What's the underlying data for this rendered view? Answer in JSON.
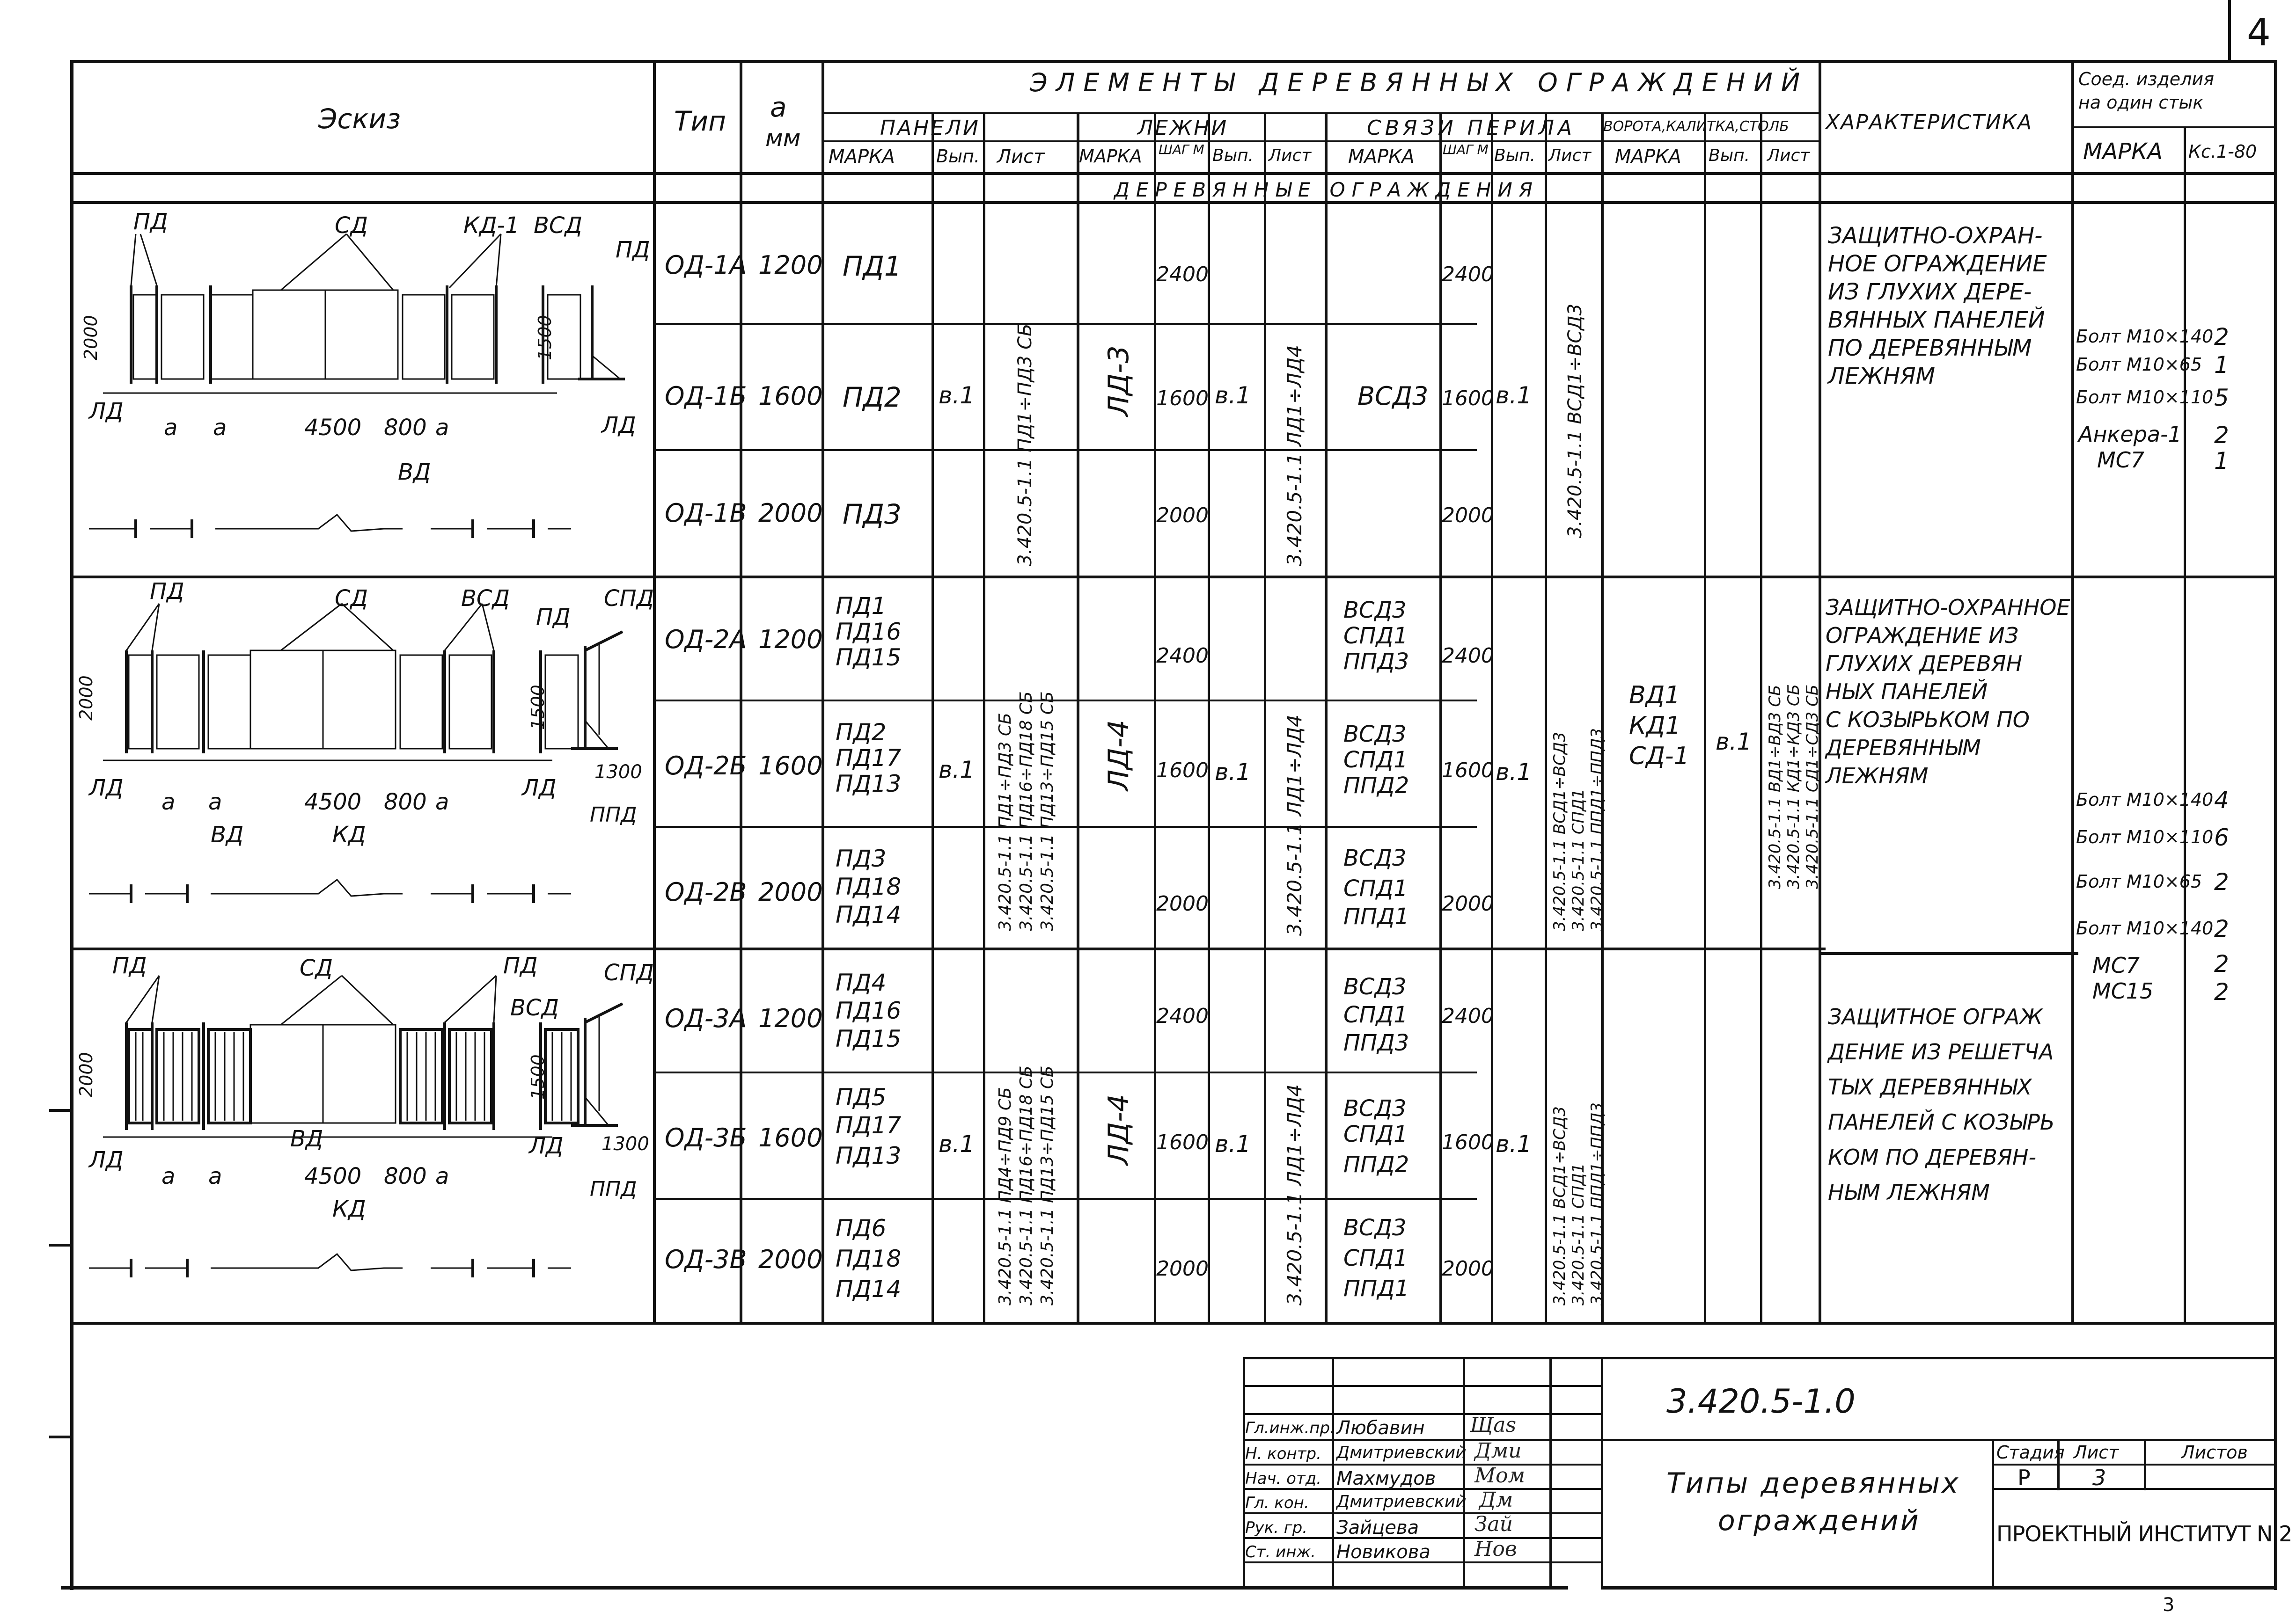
{
  "page_number": "4",
  "sheet_bottom_number": "3",
  "header": {
    "sketch": "Эскиз",
    "type": "Тип",
    "a": "a",
    "a_unit": "мм",
    "elements": "ЭЛЕМЕНТЫ ДЕРЕВЯННЫХ ОГРАЖДЕНИЙ",
    "panels": "ПАНЕЛИ",
    "logs": "ЛЕЖНИ",
    "ties": "СВЯЗИ ПЕРИЛА",
    "gates": "ВОРОТА,КАЛИТКА,СТОЛБ",
    "mark": "МАРКА",
    "vyp": "Вып.",
    "sheet": "Лист",
    "step": "ШАГ М",
    "characteristic": "ХАРАКТЕРИСТИКА",
    "connect_line1": "Соед. изделия",
    "connect_line2": "на один стык",
    "connect_mark": "МАРКА",
    "connect_qty": "Кс.1-80",
    "section": "ДЕРЕВЯННЫЕ ОГРАЖДЕНИЯ"
  },
  "groups": [
    {
      "rows": [
        {
          "type": "ОД-1А",
          "a": "1200",
          "panels": [
            "ПД1"
          ],
          "log_step": "2400",
          "tie_step": "2400",
          "ties": []
        },
        {
          "type": "ОД-1Б",
          "a": "1600",
          "panels": [
            "ПД2"
          ],
          "log_step": "1600",
          "tie_step": "1600",
          "ties": [
            "ВСД3"
          ]
        },
        {
          "type": "ОД-1В",
          "a": "2000",
          "panels": [
            "ПД3"
          ],
          "log_step": "2000",
          "tie_step": "2000",
          "ties": []
        }
      ],
      "panel_vyp": "в.1",
      "panel_sheet": [
        "3.420.5-1.1  ПД1÷ПД3 СБ"
      ],
      "log_mark": "ЛД-3",
      "log_vyp": "в.1",
      "log_sheet": "3.420.5-1.1  ЛД1÷ЛД4",
      "tie_vyp": "в.1",
      "tie_sheet": [
        "3.420.5-1.1  ВСД1÷ВСД3"
      ],
      "characteristic": [
        "ЗАЩИТНО-ОХРАН-",
        "НОЕ ОГРАЖДЕНИЕ",
        "ИЗ ГЛУХИХ ДЕРЕ-",
        "ВЯННЫХ ПАНЕЛЕЙ",
        "ПО ДЕРЕВЯННЫМ",
        "ЛЕЖНЯМ"
      ],
      "connections": [
        {
          "mark": "Болт М10×140",
          "qty": "2"
        },
        {
          "mark": "Болт М10×65",
          "qty": "1"
        },
        {
          "mark": "Болт М10×110",
          "qty": "5"
        },
        {
          "mark": "Анкера-1",
          "qty": "2"
        },
        {
          "mark": "МС7",
          "qty": "1"
        }
      ],
      "sketch_labels": {
        "pd": "ПД",
        "sd": "СД",
        "kd": "КД-1",
        "vsd": "ВСД",
        "pd2": "ПД",
        "ld": "ЛД",
        "ld2": "ЛД",
        "vd": "ВД",
        "h": "2000",
        "h2": "1500",
        "a": "a",
        "span": "4500",
        "s800": "800"
      }
    },
    {
      "rows": [
        {
          "type": "ОД-2А",
          "a": "1200",
          "panels": [
            "ПД1",
            "ПД16",
            "ПД15"
          ],
          "log_step": "2400",
          "tie_step": "2400",
          "ties": [
            "ВСД3",
            "СПД1",
            "ППД3"
          ]
        },
        {
          "type": "ОД-2Б",
          "a": "1600",
          "panels": [
            "ПД2",
            "ПД17",
            "ПД13"
          ],
          "log_step": "1600",
          "tie_step": "1600",
          "ties": [
            "ВСД3",
            "СПД1",
            "ППД2"
          ]
        },
        {
          "type": "ОД-2В",
          "a": "2000",
          "panels": [
            "ПД3",
            "ПД18",
            "ПД14"
          ],
          "log_step": "2000",
          "tie_step": "2000",
          "ties": [
            "ВСД3",
            "СПД1",
            "ППД1"
          ]
        }
      ],
      "panel_vyp": "в.1",
      "panel_sheet": [
        "3.420.5-1.1  ПД1÷ПД3 СБ",
        "3.420.5-1.1  ПД16÷ПД18 СБ",
        "3.420.5-1.1  ПД13÷ПД15 СБ"
      ],
      "log_mark": "ЛД-4",
      "log_vyp": "в.1",
      "log_sheet": "3.420.5-1.1  ЛД1÷ЛД4",
      "tie_vyp": "в.1",
      "tie_sheet": [
        "3.420.5-1.1  ВСД1÷ВСД3",
        "3.420.5-1.1  СПД1",
        "3.420.5-1.1  ППД1÷ППД3"
      ],
      "characteristic": [
        "ЗАЩИТНО-ОХРАННОЕ",
        "ОГРАЖДЕНИЕ ИЗ",
        "ГЛУХИХ ДЕРЕВЯН",
        "НЫХ ПАНЕЛЕЙ",
        "С КОЗЫРЬКОМ ПО",
        "ДЕРЕВЯННЫМ",
        "ЛЕЖНЯМ"
      ],
      "sketch_labels": {
        "pd": "ПД",
        "sd": "СД",
        "vsd": "ВСД",
        "pd2": "ПД",
        "spd": "СПД",
        "ld": "ЛД",
        "ld2": "ЛД",
        "vd": "ВД",
        "kd": "КД",
        "ppd": "ППД",
        "h": "2000",
        "h2": "1500",
        "d1300": "1300",
        "a": "a",
        "span": "4500",
        "s800": "800"
      }
    },
    {
      "rows": [
        {
          "type": "ОД-3А",
          "a": "1200",
          "panels": [
            "ПД4",
            "ПД16",
            "ПД15"
          ],
          "log_step": "2400",
          "tie_step": "2400",
          "ties": [
            "ВСД3",
            "СПД1",
            "ППД3"
          ]
        },
        {
          "type": "ОД-3Б",
          "a": "1600",
          "panels": [
            "ПД5",
            "ПД17",
            "ПД13"
          ],
          "log_step": "1600",
          "tie_step": "1600",
          "ties": [
            "ВСД3",
            "СПД1",
            "ППД2"
          ]
        },
        {
          "type": "ОД-3В",
          "a": "2000",
          "panels": [
            "ПД6",
            "ПД18",
            "ПД14"
          ],
          "log_step": "2000",
          "tie_step": "2000",
          "ties": [
            "ВСД3",
            "СПД1",
            "ППД1"
          ]
        }
      ],
      "panel_vyp": "в.1",
      "panel_sheet": [
        "3.420.5-1.1  ПД4÷ПД9 СБ",
        "3.420.5-1.1  ПД16÷ПД18 СБ",
        "3.420.5-1.1  ПД13÷ПД15 СБ"
      ],
      "log_mark": "ЛД-4",
      "log_vyp": "в.1",
      "log_sheet": "3.420.5-1.1  ЛД1÷ЛД4",
      "tie_vyp": "в.1",
      "tie_sheet": [
        "3.420.5-1.1  ВСД1÷ВСД3",
        "3.420.5-1.1  СПД1",
        "3.420.5-1.1  ППД1÷ППД3"
      ],
      "characteristic": [
        "ЗАЩИТНОЕ ОГРАЖ",
        "ДЕНИЕ ИЗ РЕШЕТЧА",
        "ТЫХ ДЕРЕВЯННЫХ",
        "ПАНЕЛЕЙ С КОЗЫРЬ",
        "КОМ ПО ДЕРЕВЯН-",
        "НЫМ ЛЕЖНЯМ"
      ],
      "sketch_labels": {
        "pd": "ПД",
        "sd": "СД",
        "pd2": "ПД",
        "spd": "СПД",
        "vsd": "ВСД",
        "ld": "ЛД",
        "ld2": "ЛД",
        "vd": "ВД",
        "kd": "КД",
        "ppd": "ППД",
        "h": "2000",
        "h2": "1500",
        "d1300": "1300",
        "a": "a",
        "span": "4500",
        "s800": "800"
      }
    }
  ],
  "connections_23": [
    {
      "mark": "Болт М10×140",
      "qty": "4"
    },
    {
      "mark": "Болт М10×110",
      "qty": "6"
    },
    {
      "mark": "Болт М10×65",
      "qty": "2"
    },
    {
      "mark": "Болт М10×140",
      "qty": "2"
    },
    {
      "mark": "МС7",
      "qty": "2"
    },
    {
      "mark": "МС15",
      "qty": "2"
    }
  ],
  "gates": {
    "marks": [
      "ВД1",
      "КД1",
      "СД-1"
    ],
    "vyp": "в.1",
    "sheets": [
      "3.420.5-1.1  ВД1÷ВД3 СБ",
      "3.420.5-1.1  КД1÷КД3 СБ",
      "3.420.5-1.1  СД1÷СД3 СБ"
    ]
  },
  "title_block": {
    "doc_code": "3.420.5-1.0",
    "title_line1": "Типы деревянных",
    "title_line2": "ограждений",
    "stage_label": "Стадия",
    "sheet_label": "Лист",
    "sheets_label": "Листов",
    "stage": "Р",
    "sheet": "3",
    "sheets": "",
    "institute": "ПРОЕКТНЫЙ ИНСТИТУТ N 2",
    "staff": [
      {
        "role": "Гл.инж.пр.",
        "name": "Любавин",
        "sign": "Щаs"
      },
      {
        "role": "Н. контр.",
        "name": "Дмитриевский",
        "sign": "Дмu"
      },
      {
        "role": "Нач. отд.",
        "name": "Махмудов",
        "sign": "Мом"
      },
      {
        "role": "Гл. кон.",
        "name": "Дмитриевский",
        "sign": "Дм"
      },
      {
        "role": "Рук. гр.",
        "name": "Зайцева",
        "sign": "Зай"
      },
      {
        "role": "Ст. инж.",
        "name": "Новикова",
        "sign": "Нов"
      }
    ]
  }
}
